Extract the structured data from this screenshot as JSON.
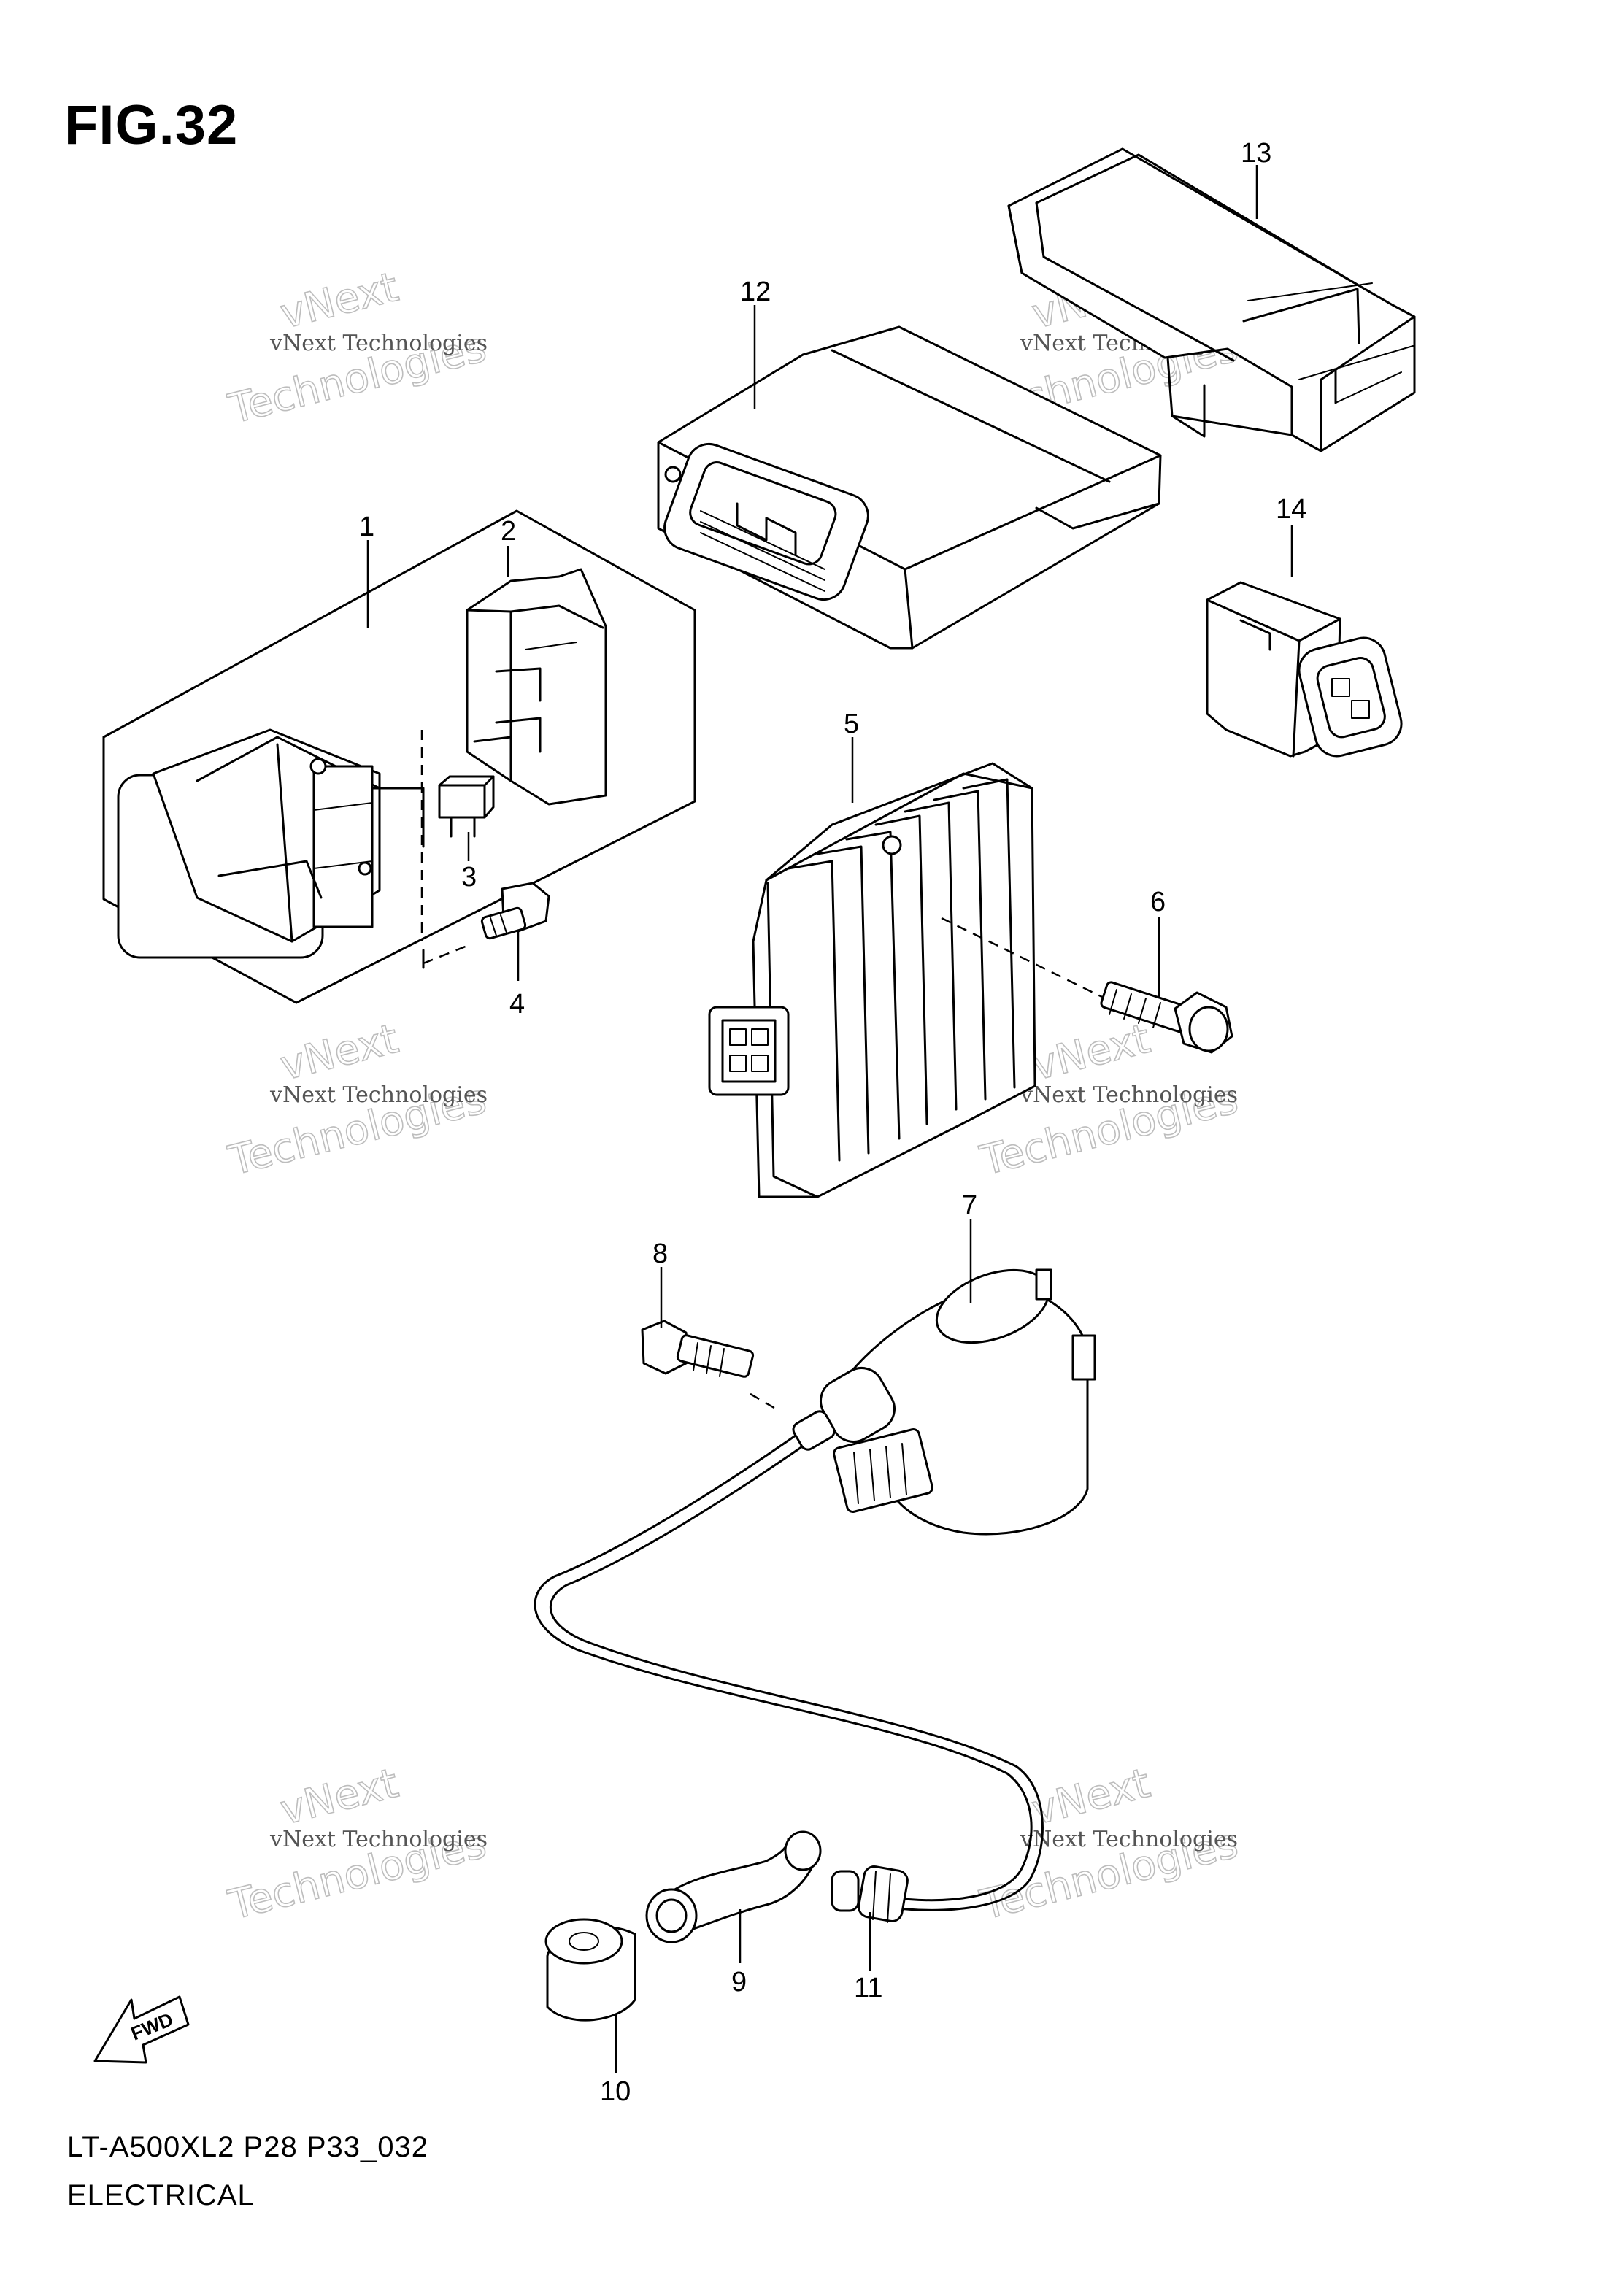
{
  "figure_title": "FIG.32",
  "footer": {
    "model_code": "LT-A500XL2 P28 P33_032",
    "section_name": "ELECTRICAL"
  },
  "fwd_label": "FWD",
  "watermark": {
    "line1": "vNext Technologies",
    "line2": "vNext",
    "line3": "Technologies"
  },
  "parts": [
    {
      "id": "1",
      "label": "1"
    },
    {
      "id": "2",
      "label": "2"
    },
    {
      "id": "3",
      "label": "3"
    },
    {
      "id": "4",
      "label": "4"
    },
    {
      "id": "5",
      "label": "5"
    },
    {
      "id": "6",
      "label": "6"
    },
    {
      "id": "7",
      "label": "7"
    },
    {
      "id": "8",
      "label": "8"
    },
    {
      "id": "9",
      "label": "9"
    },
    {
      "id": "10",
      "label": "10"
    },
    {
      "id": "11",
      "label": "11"
    },
    {
      "id": "12",
      "label": "12"
    },
    {
      "id": "13",
      "label": "13"
    },
    {
      "id": "14",
      "label": "14"
    }
  ]
}
